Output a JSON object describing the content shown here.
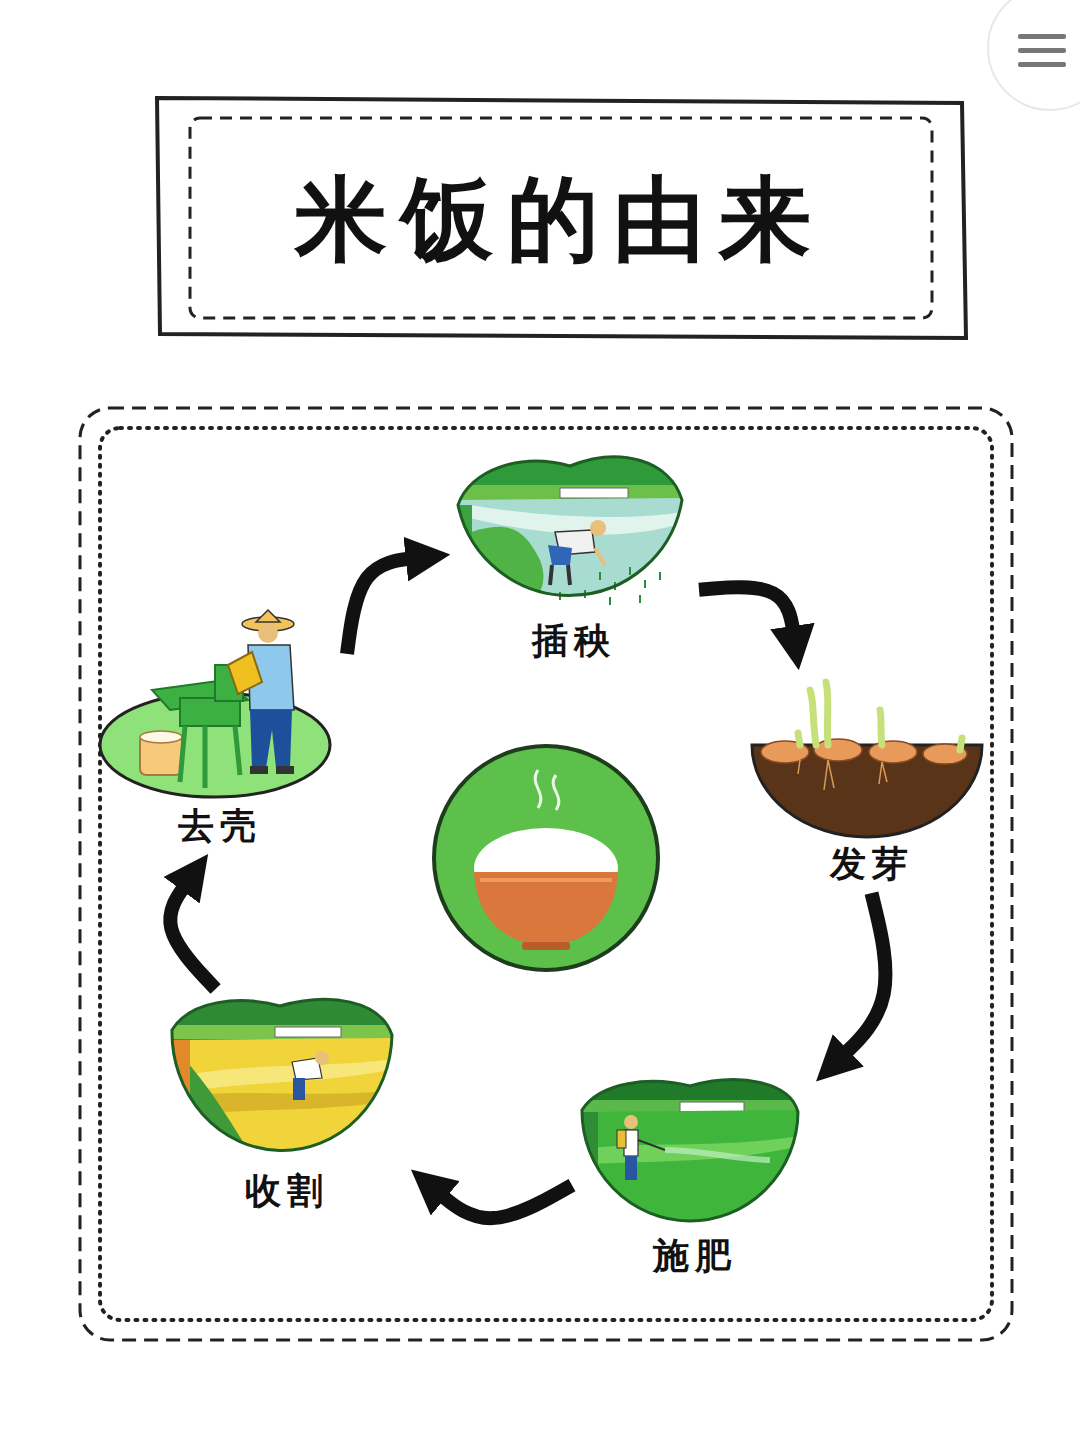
{
  "diagram": {
    "title": "米饭的由来",
    "nodes": [
      {
        "text": [
          "插秧"
        ]
      },
      {
        "text": [
          "发芽"
        ]
      },
      {
        "text": [
          "施肥"
        ]
      },
      {
        "text": [
          "收割"
        ]
      },
      {
        "text": [
          "去壳"
        ]
      }
    ],
    "edges": [
      {
        "from": 0,
        "to": 1,
        "arrow": "to"
      },
      {
        "from": 1,
        "to": 2,
        "arrow": "to"
      },
      {
        "from": 2,
        "to": 3,
        "arrow": "to"
      },
      {
        "from": 3,
        "to": 4,
        "arrow": "to"
      },
      {
        "from": 4,
        "to": 0,
        "arrow": "to"
      }
    ]
  }
}
